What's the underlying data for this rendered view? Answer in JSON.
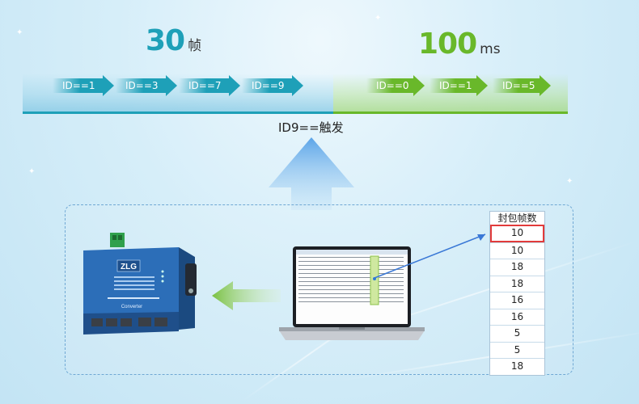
{
  "left_metric": {
    "value": "30",
    "unit": "帧",
    "color": "#1ea0b8"
  },
  "right_metric": {
    "value": "100",
    "unit": "ms",
    "color": "#69b82a"
  },
  "left_ids": [
    "ID==1",
    "ID==3",
    "ID==7",
    "ID==9"
  ],
  "right_ids": [
    "ID==0",
    "ID==1",
    "ID==5"
  ],
  "trigger_label": "ID9==触发",
  "device": {
    "logo": "ZLG",
    "caption": "Converter"
  },
  "table": {
    "header": "封包帧数",
    "rows": [
      "10",
      "10",
      "18",
      "18",
      "16",
      "16",
      "5",
      "5",
      "18"
    ],
    "highlight_color": "#e23b3b"
  }
}
